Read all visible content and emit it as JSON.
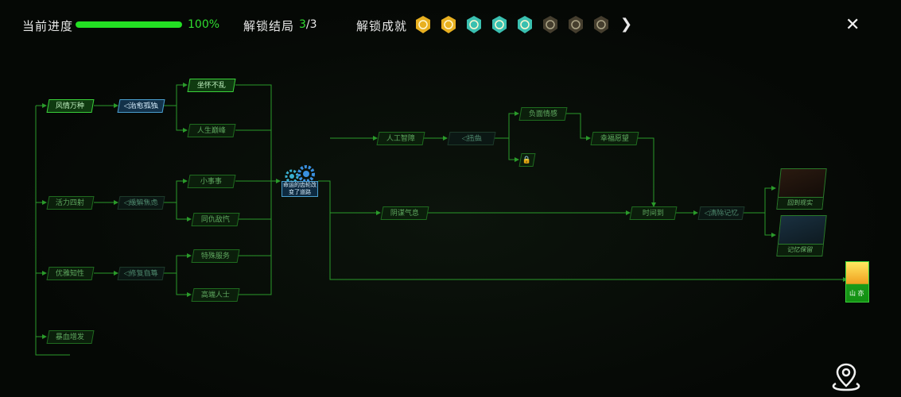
{
  "header": {
    "progress_label": "当前进度",
    "progress_value": 100,
    "progress_text": "100%",
    "endings_label": "解锁结局",
    "endings_unlocked": "3",
    "endings_total": "/3",
    "achievements_label": "解锁成就",
    "achievements": [
      {
        "icon": "gold-medal-icon",
        "color": "#e8b020",
        "unlocked": true
      },
      {
        "icon": "gold-medal-icon",
        "color": "#e8b020",
        "unlocked": true
      },
      {
        "icon": "teal-medal-icon",
        "color": "#3ac0b0",
        "unlocked": true
      },
      {
        "icon": "teal-medal-icon",
        "color": "#3ac0b0",
        "unlocked": true
      },
      {
        "icon": "teal-medal-icon",
        "color": "#3ac0b0",
        "unlocked": true
      },
      {
        "icon": "locked-medal-icon",
        "color": "#7a6a50",
        "unlocked": false
      },
      {
        "icon": "locked-medal-icon",
        "color": "#7a6a50",
        "unlocked": false
      },
      {
        "icon": "locked-medal-icon",
        "color": "#7a6a50",
        "unlocked": false
      }
    ],
    "more_icon": "chevron-right-icon",
    "close_icon": "close-icon"
  },
  "nodes": {
    "fengqing": "风情万种",
    "zhiyu": "治愈孤独",
    "zuohuai": "坐怀不乱",
    "rensheng": "人生巅峰",
    "huoli": "活力四射",
    "jiesu": "缓解焦虑",
    "xiaoshishi": "小事事",
    "tongdi": "同仇敌忾",
    "youya": "优雅知性",
    "xiufu": "修复自尊",
    "teshu": "特殊服务",
    "gaoduan": "高端人士",
    "baoxue": "暴血增发",
    "gear": "命运的齿轮改变了道路",
    "rengong": "人工智障",
    "niuqu": "扭曲",
    "fumian": "负面情感",
    "xingfu": "幸福愿望",
    "yinmou": "阴谋气息",
    "shijian": "时间到",
    "qingchu": "清除记忆",
    "huidao": "回到现实",
    "jiyi": "记忆保留",
    "final": "山 亦"
  },
  "colors": {
    "accent": "#23e023",
    "line": "#2a9a2a"
  },
  "map_icon": "location-pin-icon"
}
